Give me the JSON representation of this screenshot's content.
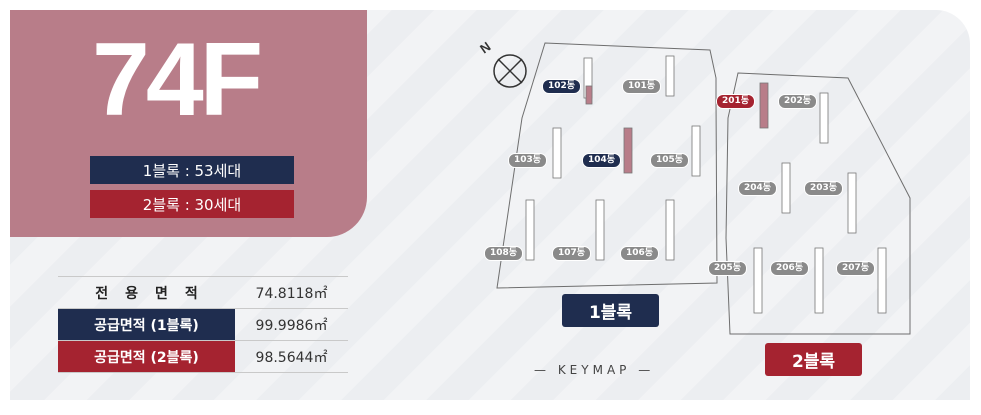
{
  "hero": {
    "title": "74F",
    "block1": "1블록 : 53세대",
    "block2": "2블록 : 30세대"
  },
  "spec": {
    "rows": [
      {
        "label": "전용면적",
        "value": "74.8118㎡"
      },
      {
        "label": "공급면적 (1블록)",
        "value": "99.9986㎡"
      },
      {
        "label": "공급면적 (2블록)",
        "value": "98.5644㎡"
      }
    ]
  },
  "map": {
    "compass": "N",
    "block1": "1블록",
    "block2": "2블록",
    "keymap": "— KEYMAP —",
    "tags": [
      "102동",
      "101동",
      "103동",
      "104동",
      "105동",
      "108동",
      "107동",
      "106동",
      "201동",
      "202동",
      "204동",
      "203동",
      "205동",
      "206동",
      "207동"
    ]
  },
  "colors": {
    "navy": "#1f2d4f",
    "red": "#a52330",
    "rose": "#b87d89"
  }
}
